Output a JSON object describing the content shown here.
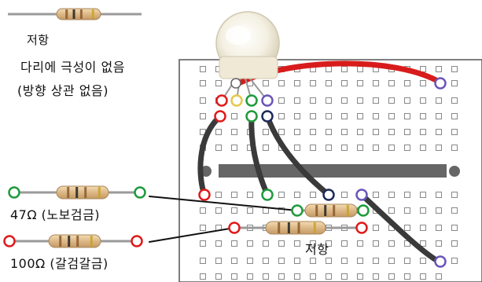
{
  "labels": {
    "resistor_top": "저항",
    "note_line1": "다리에 극성이 없음",
    "note_line2": "(방향 상관 없음)",
    "resistor_47": "47Ω (노보검금)",
    "resistor_100": "100Ω (갈검갈금)",
    "resistor_board": "저항"
  },
  "colors": {
    "red_wire": "#d81c1c",
    "black_wire": "#3a3a3a",
    "resistor_body": "#e2c69a",
    "marker_red": "#e01a1a",
    "marker_green": "#1f9a3c",
    "marker_navy": "#1c2a5c",
    "marker_purple": "#6b55b8",
    "breadboard_border": "#555555",
    "rail": "#666666"
  },
  "icons": [
    "photoresistor-led-icon",
    "resistor-icon",
    "jumper-wire-icon",
    "breadboard-icon"
  ]
}
